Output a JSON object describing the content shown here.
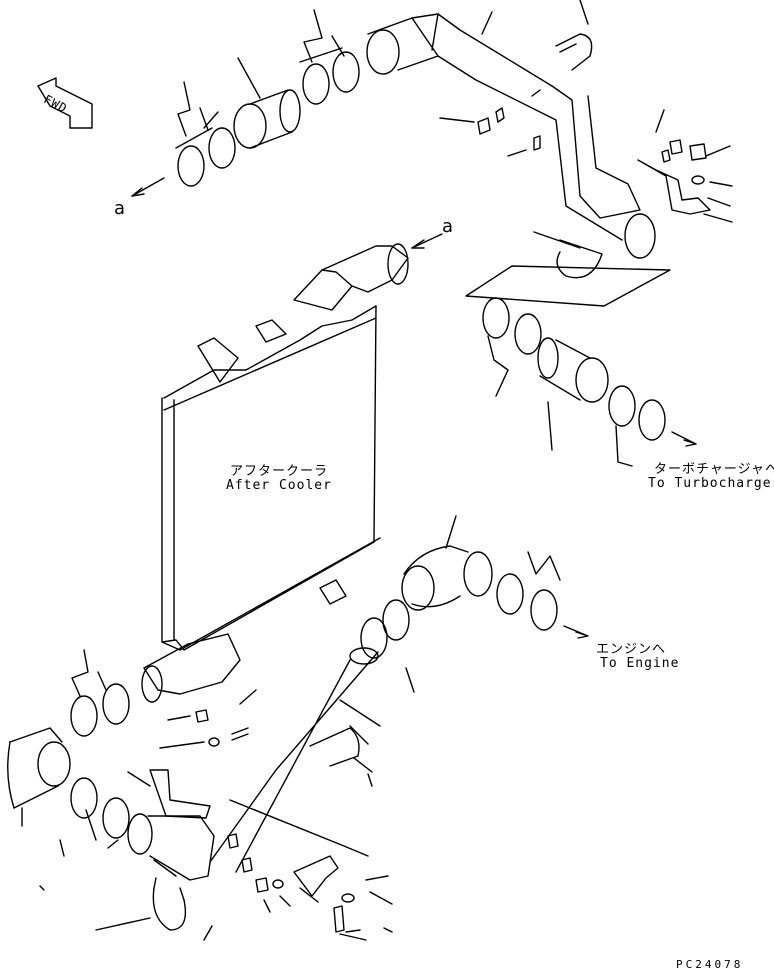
{
  "labels": {
    "fwd": "FWD",
    "ref_a_left": "a",
    "ref_a_right": "a",
    "aftercooler_jp": "アフタークーラ",
    "aftercooler_en": "After Cooler",
    "turbo_jp": "ターボチャージャへ",
    "turbo_en": "To Turbocharger",
    "engine_jp": "エンジンへ",
    "engine_en": "To Engine",
    "drawing_code": "PC24078"
  }
}
